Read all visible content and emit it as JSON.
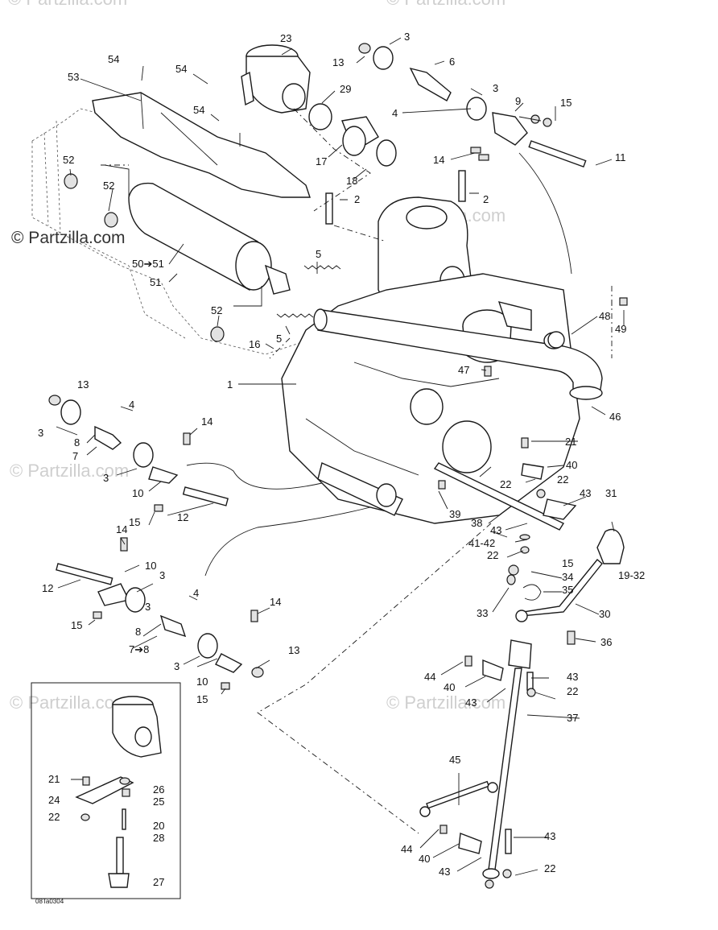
{
  "watermark": "© Partzilla.com",
  "diagram_code": "08Ta0304",
  "callouts": [
    {
      "id": "c1",
      "text": "1"
    },
    {
      "id": "c2a",
      "text": "2"
    },
    {
      "id": "c2b",
      "text": "2"
    },
    {
      "id": "c3a",
      "text": "3"
    },
    {
      "id": "c3b",
      "text": "3"
    },
    {
      "id": "c3c",
      "text": "3"
    },
    {
      "id": "c3d",
      "text": "3"
    },
    {
      "id": "c3e",
      "text": "3"
    },
    {
      "id": "c3f",
      "text": "3"
    },
    {
      "id": "c3g",
      "text": "3"
    },
    {
      "id": "c4a",
      "text": "4"
    },
    {
      "id": "c4b",
      "text": "4"
    },
    {
      "id": "c4c",
      "text": "4"
    },
    {
      "id": "c5a",
      "text": "5"
    },
    {
      "id": "c5b",
      "text": "5"
    },
    {
      "id": "c6",
      "text": "6"
    },
    {
      "id": "c7a",
      "text": "7"
    },
    {
      "id": "c7b",
      "text": "7➔8"
    },
    {
      "id": "c8a",
      "text": "8"
    },
    {
      "id": "c8b",
      "text": "8"
    },
    {
      "id": "c9",
      "text": "9"
    },
    {
      "id": "c10a",
      "text": "10"
    },
    {
      "id": "c10b",
      "text": "10"
    },
    {
      "id": "c10c",
      "text": "10"
    },
    {
      "id": "c11",
      "text": "11"
    },
    {
      "id": "c12a",
      "text": "12"
    },
    {
      "id": "c12b",
      "text": "12"
    },
    {
      "id": "c13a",
      "text": "13"
    },
    {
      "id": "c13b",
      "text": "13"
    },
    {
      "id": "c13c",
      "text": "13"
    },
    {
      "id": "c14a",
      "text": "14"
    },
    {
      "id": "c14b",
      "text": "14"
    },
    {
      "id": "c14c",
      "text": "14"
    },
    {
      "id": "c14d",
      "text": "14"
    },
    {
      "id": "c15a",
      "text": "15"
    },
    {
      "id": "c15b",
      "text": "15"
    },
    {
      "id": "c15c",
      "text": "15"
    },
    {
      "id": "c15d",
      "text": "15"
    },
    {
      "id": "c15e",
      "text": "15"
    },
    {
      "id": "c16",
      "text": "16"
    },
    {
      "id": "c17",
      "text": "17"
    },
    {
      "id": "c18",
      "text": "18"
    },
    {
      "id": "c19",
      "text": "19-32"
    },
    {
      "id": "c20",
      "text": "20"
    },
    {
      "id": "c21a",
      "text": "21"
    },
    {
      "id": "c21b",
      "text": "21"
    },
    {
      "id": "c22a",
      "text": "22"
    },
    {
      "id": "c22b",
      "text": "22"
    },
    {
      "id": "c22c",
      "text": "22"
    },
    {
      "id": "c22d",
      "text": "22"
    },
    {
      "id": "c22e",
      "text": "22"
    },
    {
      "id": "c22f",
      "text": "22"
    },
    {
      "id": "c23",
      "text": "23"
    },
    {
      "id": "c24",
      "text": "24"
    },
    {
      "id": "c25",
      "text": "25"
    },
    {
      "id": "c26",
      "text": "26"
    },
    {
      "id": "c27",
      "text": "27"
    },
    {
      "id": "c28",
      "text": "28"
    },
    {
      "id": "c29",
      "text": "29"
    },
    {
      "id": "c30",
      "text": "30"
    },
    {
      "id": "c31",
      "text": "31"
    },
    {
      "id": "c33",
      "text": "33"
    },
    {
      "id": "c34",
      "text": "34"
    },
    {
      "id": "c35",
      "text": "35"
    },
    {
      "id": "c36",
      "text": "36"
    },
    {
      "id": "c37",
      "text": "37"
    },
    {
      "id": "c38",
      "text": "38"
    },
    {
      "id": "c39",
      "text": "39"
    },
    {
      "id": "c40a",
      "text": "40"
    },
    {
      "id": "c40b",
      "text": "40"
    },
    {
      "id": "c40c",
      "text": "40"
    },
    {
      "id": "c4142",
      "text": "41-42"
    },
    {
      "id": "c43a",
      "text": "43"
    },
    {
      "id": "c43b",
      "text": "43"
    },
    {
      "id": "c43c",
      "text": "43"
    },
    {
      "id": "c43d",
      "text": "43"
    },
    {
      "id": "c43e",
      "text": "43"
    },
    {
      "id": "c43f",
      "text": "43"
    },
    {
      "id": "c44a",
      "text": "44"
    },
    {
      "id": "c44b",
      "text": "44"
    },
    {
      "id": "c45",
      "text": "45"
    },
    {
      "id": "c46",
      "text": "46"
    },
    {
      "id": "c47",
      "text": "47"
    },
    {
      "id": "c48",
      "text": "48"
    },
    {
      "id": "c49",
      "text": "49"
    },
    {
      "id": "c5051",
      "text": "50➔51"
    },
    {
      "id": "c51",
      "text": "51"
    },
    {
      "id": "c52a",
      "text": "52"
    },
    {
      "id": "c52b",
      "text": "52"
    },
    {
      "id": "c52c",
      "text": "52"
    },
    {
      "id": "c53",
      "text": "53"
    },
    {
      "id": "c54a",
      "text": "54"
    },
    {
      "id": "c54b",
      "text": "54"
    },
    {
      "id": "c54c",
      "text": "54"
    }
  ]
}
